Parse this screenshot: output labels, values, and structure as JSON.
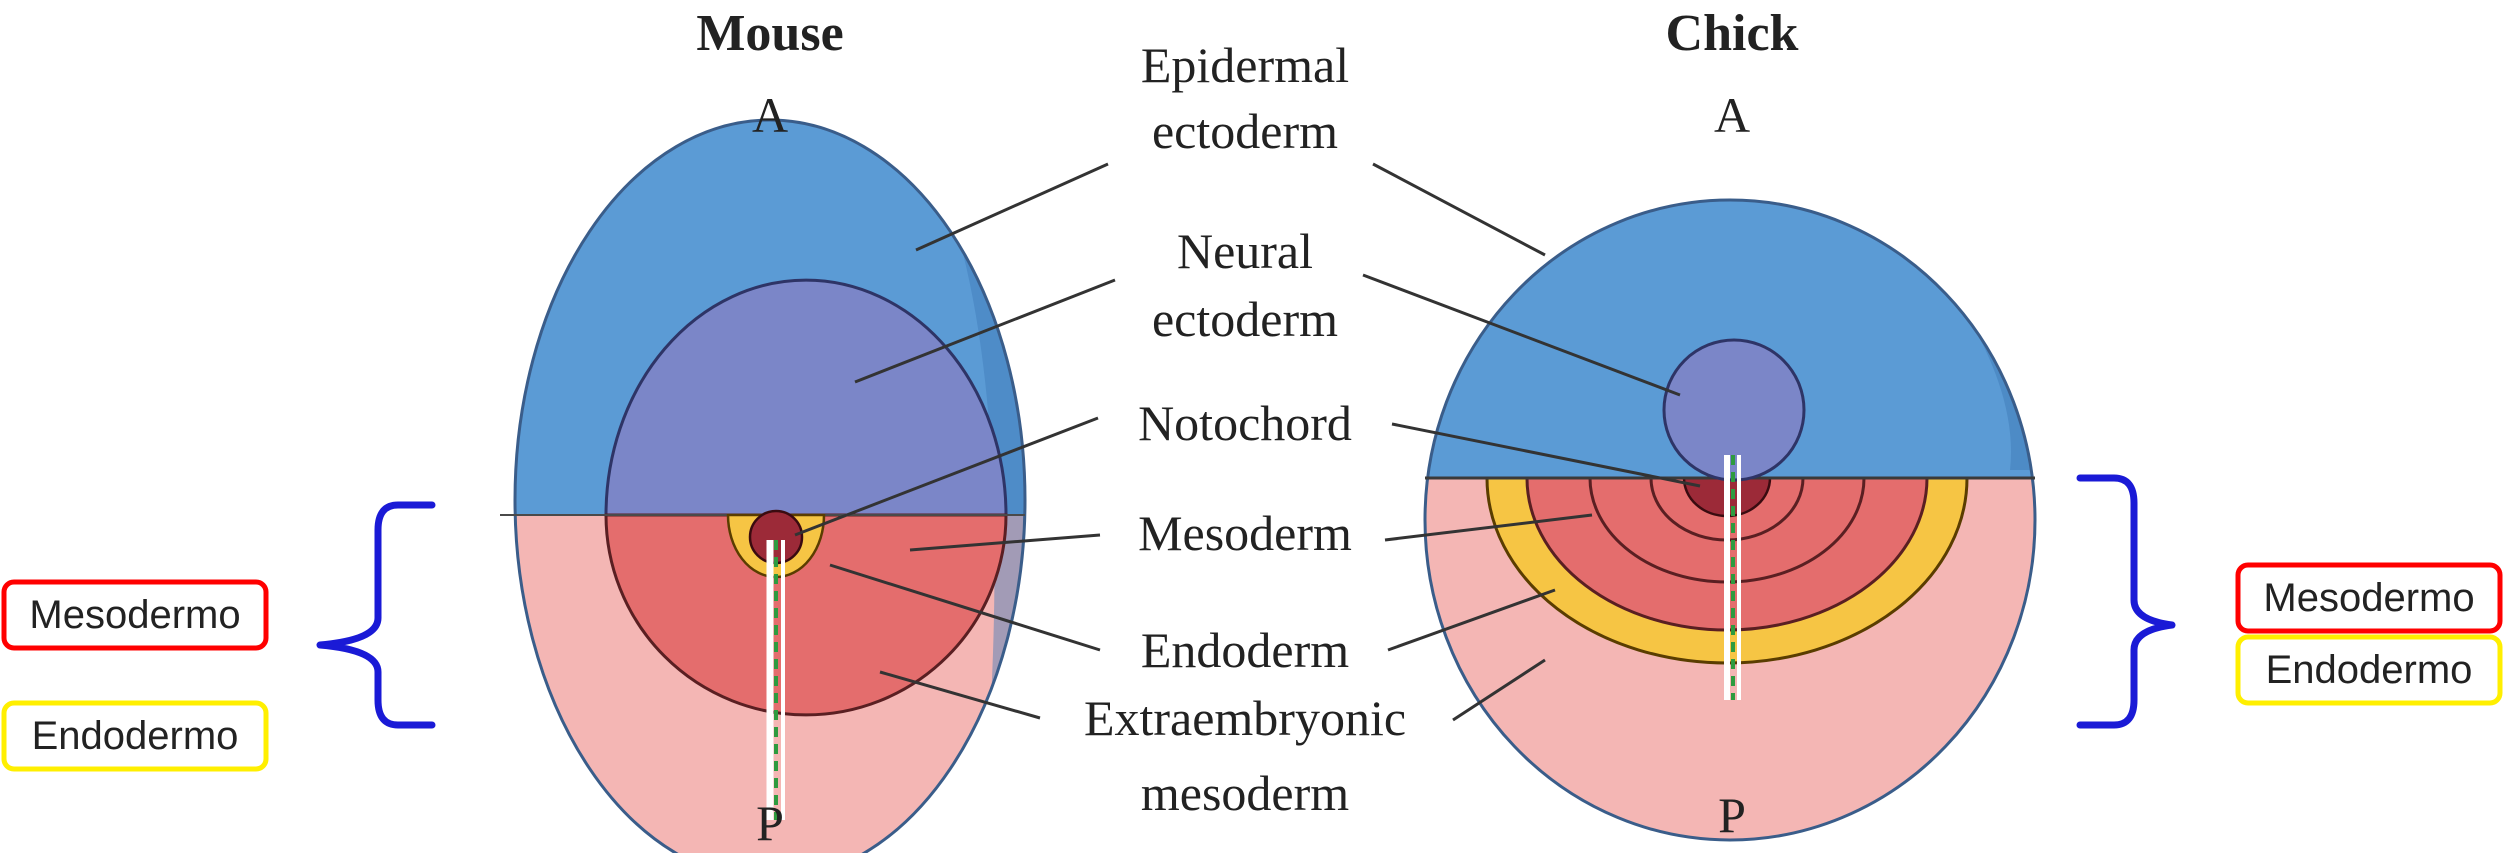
{
  "mouse": {
    "title": "Mouse",
    "anterior": "A",
    "posterior": "P"
  },
  "chick": {
    "title": "Chick",
    "anterior": "A",
    "posterior": "P"
  },
  "labels": {
    "epidermal": [
      "Epidermal",
      "ectoderm"
    ],
    "neural": [
      "Neural",
      "ectoderm"
    ],
    "notochord": "Notochord",
    "mesoderm": "Mesoderm",
    "endoderm": "Endoderm",
    "extraembryonic": [
      "Extraembryonic",
      "mesoderm"
    ]
  },
  "annotations": {
    "left": {
      "mesodermo": "Mesodermo",
      "endodermo": "Endodermo"
    },
    "right": {
      "mesodermo": "Mesodermo",
      "endodermo": "Endodermo"
    }
  },
  "colors": {
    "epidermal_ectoderm": "#5b9bd5",
    "neural_ectoderm": "#7b86c8",
    "extraembryonic_mesoderm": "#f4b6b4",
    "mesoderm": "#e46d6d",
    "endoderm": "#f6c544",
    "notochord": "#9c2a38",
    "bracket": "#1a1ad6",
    "box_mesodermo": "#ff0000",
    "box_endodermo": "#ffef00"
  }
}
